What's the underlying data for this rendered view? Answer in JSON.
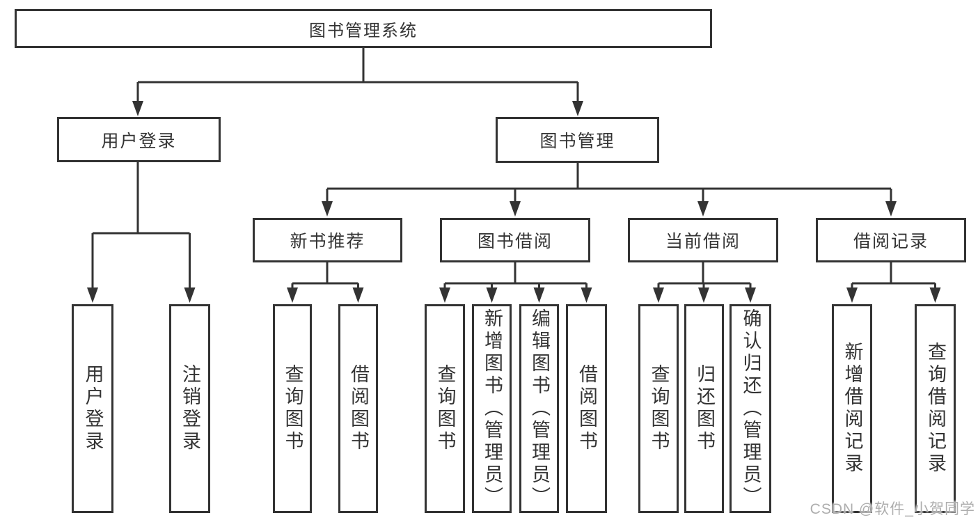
{
  "diagram": {
    "root": {
      "label": "图书管理系统"
    },
    "branches": [
      {
        "label": "用户登录",
        "children": [
          {
            "label": "用户登录"
          },
          {
            "label": "注销登录"
          }
        ]
      },
      {
        "label": "图书管理",
        "groups": [
          {
            "label": "新书推荐",
            "children": [
              {
                "label": "查询图书"
              },
              {
                "label": "借阅图书"
              }
            ]
          },
          {
            "label": "图书借阅",
            "children": [
              {
                "label": "查询图书"
              },
              {
                "label": "新增图书（管理员）"
              },
              {
                "label": "编辑图书（管理员）"
              },
              {
                "label": "借阅图书"
              }
            ]
          },
          {
            "label": "当前借阅",
            "children": [
              {
                "label": "查询图书"
              },
              {
                "label": "归还图书"
              },
              {
                "label": "确认归还（管理员）"
              }
            ]
          },
          {
            "label": "借阅记录",
            "children": [
              {
                "label": "新增借阅记录"
              },
              {
                "label": "查询借阅记录"
              }
            ]
          }
        ]
      }
    ]
  },
  "watermark": "CSDN @软件_小贺同学",
  "colors": {
    "line": "#333333",
    "text": "#333333",
    "watermark": "#aeaeae",
    "background": "#ffffff"
  }
}
